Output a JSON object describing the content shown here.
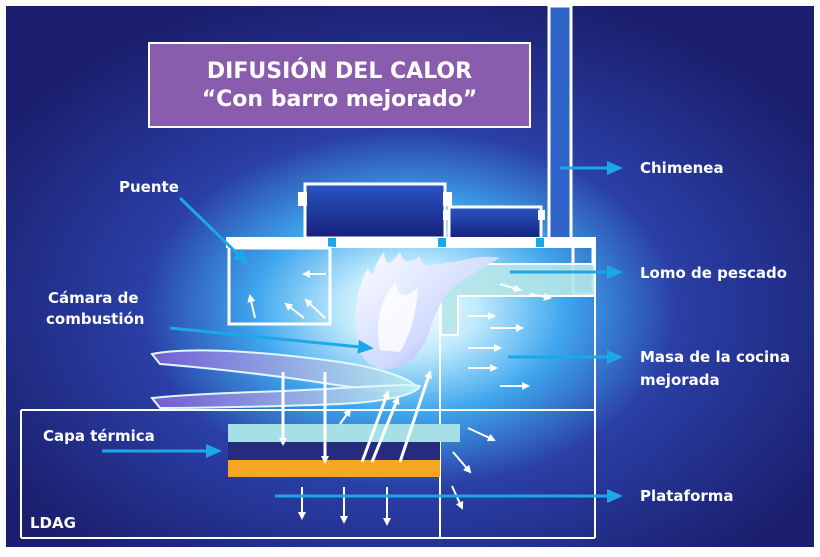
{
  "title": {
    "line1": "DIFUSIÓN DEL CALOR",
    "line2": "“Con barro mejorado”"
  },
  "labels": {
    "chimenea": "Chimenea",
    "puente": "Puente",
    "lomo": "Lomo de pescado",
    "camara_line1": "Cámara de",
    "camara_line2": "combustión",
    "masa_line1": "Masa de la cocina",
    "masa_line2": "mejorada",
    "capa": "Capa térmica",
    "plataforma": "Plataforma",
    "ldag": "LDAG"
  },
  "colors": {
    "background_dark": "#1b1f6e",
    "background_glow": "#3fa6ee",
    "title_box": "#8a5cae",
    "pointer_arrow": "#1ca8e8",
    "thermal_layer": "#a6dfe6",
    "thermal_dark": "#272b80",
    "thermal_orange": "#f5a623",
    "outline": "#ffffff"
  }
}
